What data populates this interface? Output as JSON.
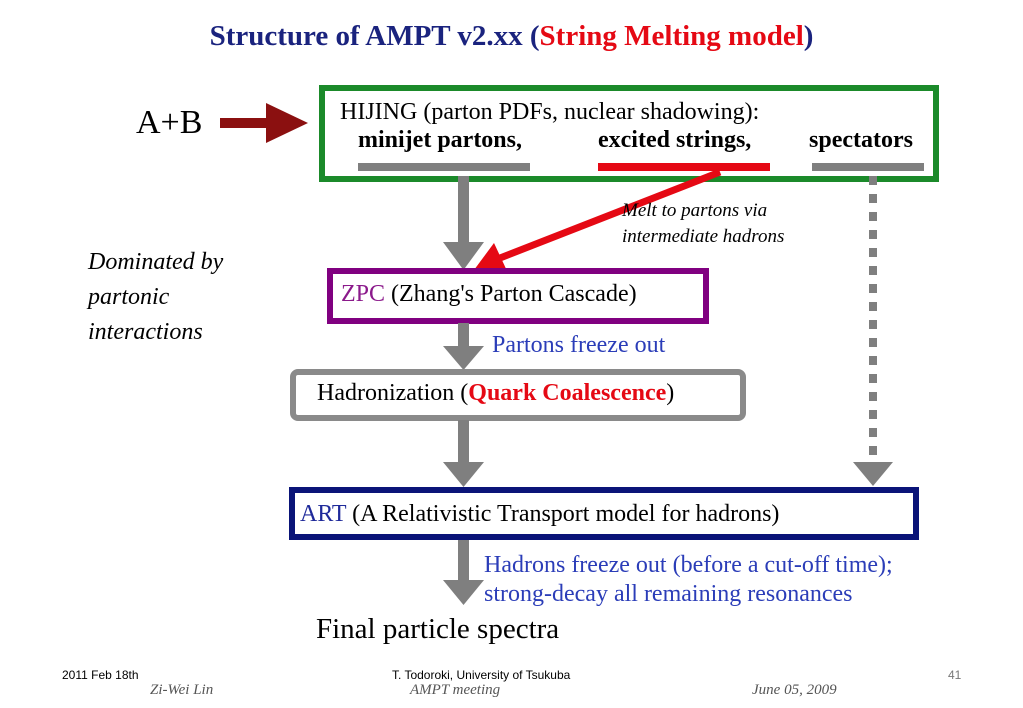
{
  "title": {
    "prefix": "Structure of AMPT v2.xx (",
    "highlight": "String Melting model",
    "suffix": ")"
  },
  "input_label": "A+B",
  "hijing": {
    "line1": "HIJING (parton PDFs, nuclear shadowing):",
    "minijet": "minijet partons,",
    "strings": "excited strings,",
    "spectators": "spectators"
  },
  "melt_note": [
    "Melt to partons via",
    "intermediate hadrons"
  ],
  "dominated_note": [
    "Dominated by",
    "partonic",
    "interactions"
  ],
  "zpc": {
    "name": "ZPC",
    "desc": " (Zhang's Parton Cascade)"
  },
  "partons_freeze": "Partons freeze out",
  "hadronization": {
    "prefix": "Hadronization (",
    "highlight": "Quark Coalescence",
    "suffix": ")"
  },
  "art": {
    "name": "ART",
    "desc": " (A Relativistic Transport model for hadrons)"
  },
  "hadrons_freeze": [
    "Hadrons freeze out (before a cut-off time);",
    "strong-decay all remaining resonances"
  ],
  "final": "Final particle spectra",
  "footer": {
    "date": "2011 Feb 18th",
    "affiliation": "T. Todoroki, University of Tsukuba",
    "page": "41",
    "author": "Zi-Wei Lin",
    "meeting": "AMPT meeting",
    "meeting_date": "June 05, 2009"
  },
  "colors": {
    "title": "#1a237e",
    "red": "#e50914",
    "hijing_box": "#1b8a2a",
    "zpc_box": "#800080",
    "hadr_box": "#8a8a8a",
    "art_box": "#0a1478",
    "arrow_gray": "#7f7f7f",
    "arrow_darkred": "#8b1010",
    "blue_text": "#2b3db8"
  }
}
